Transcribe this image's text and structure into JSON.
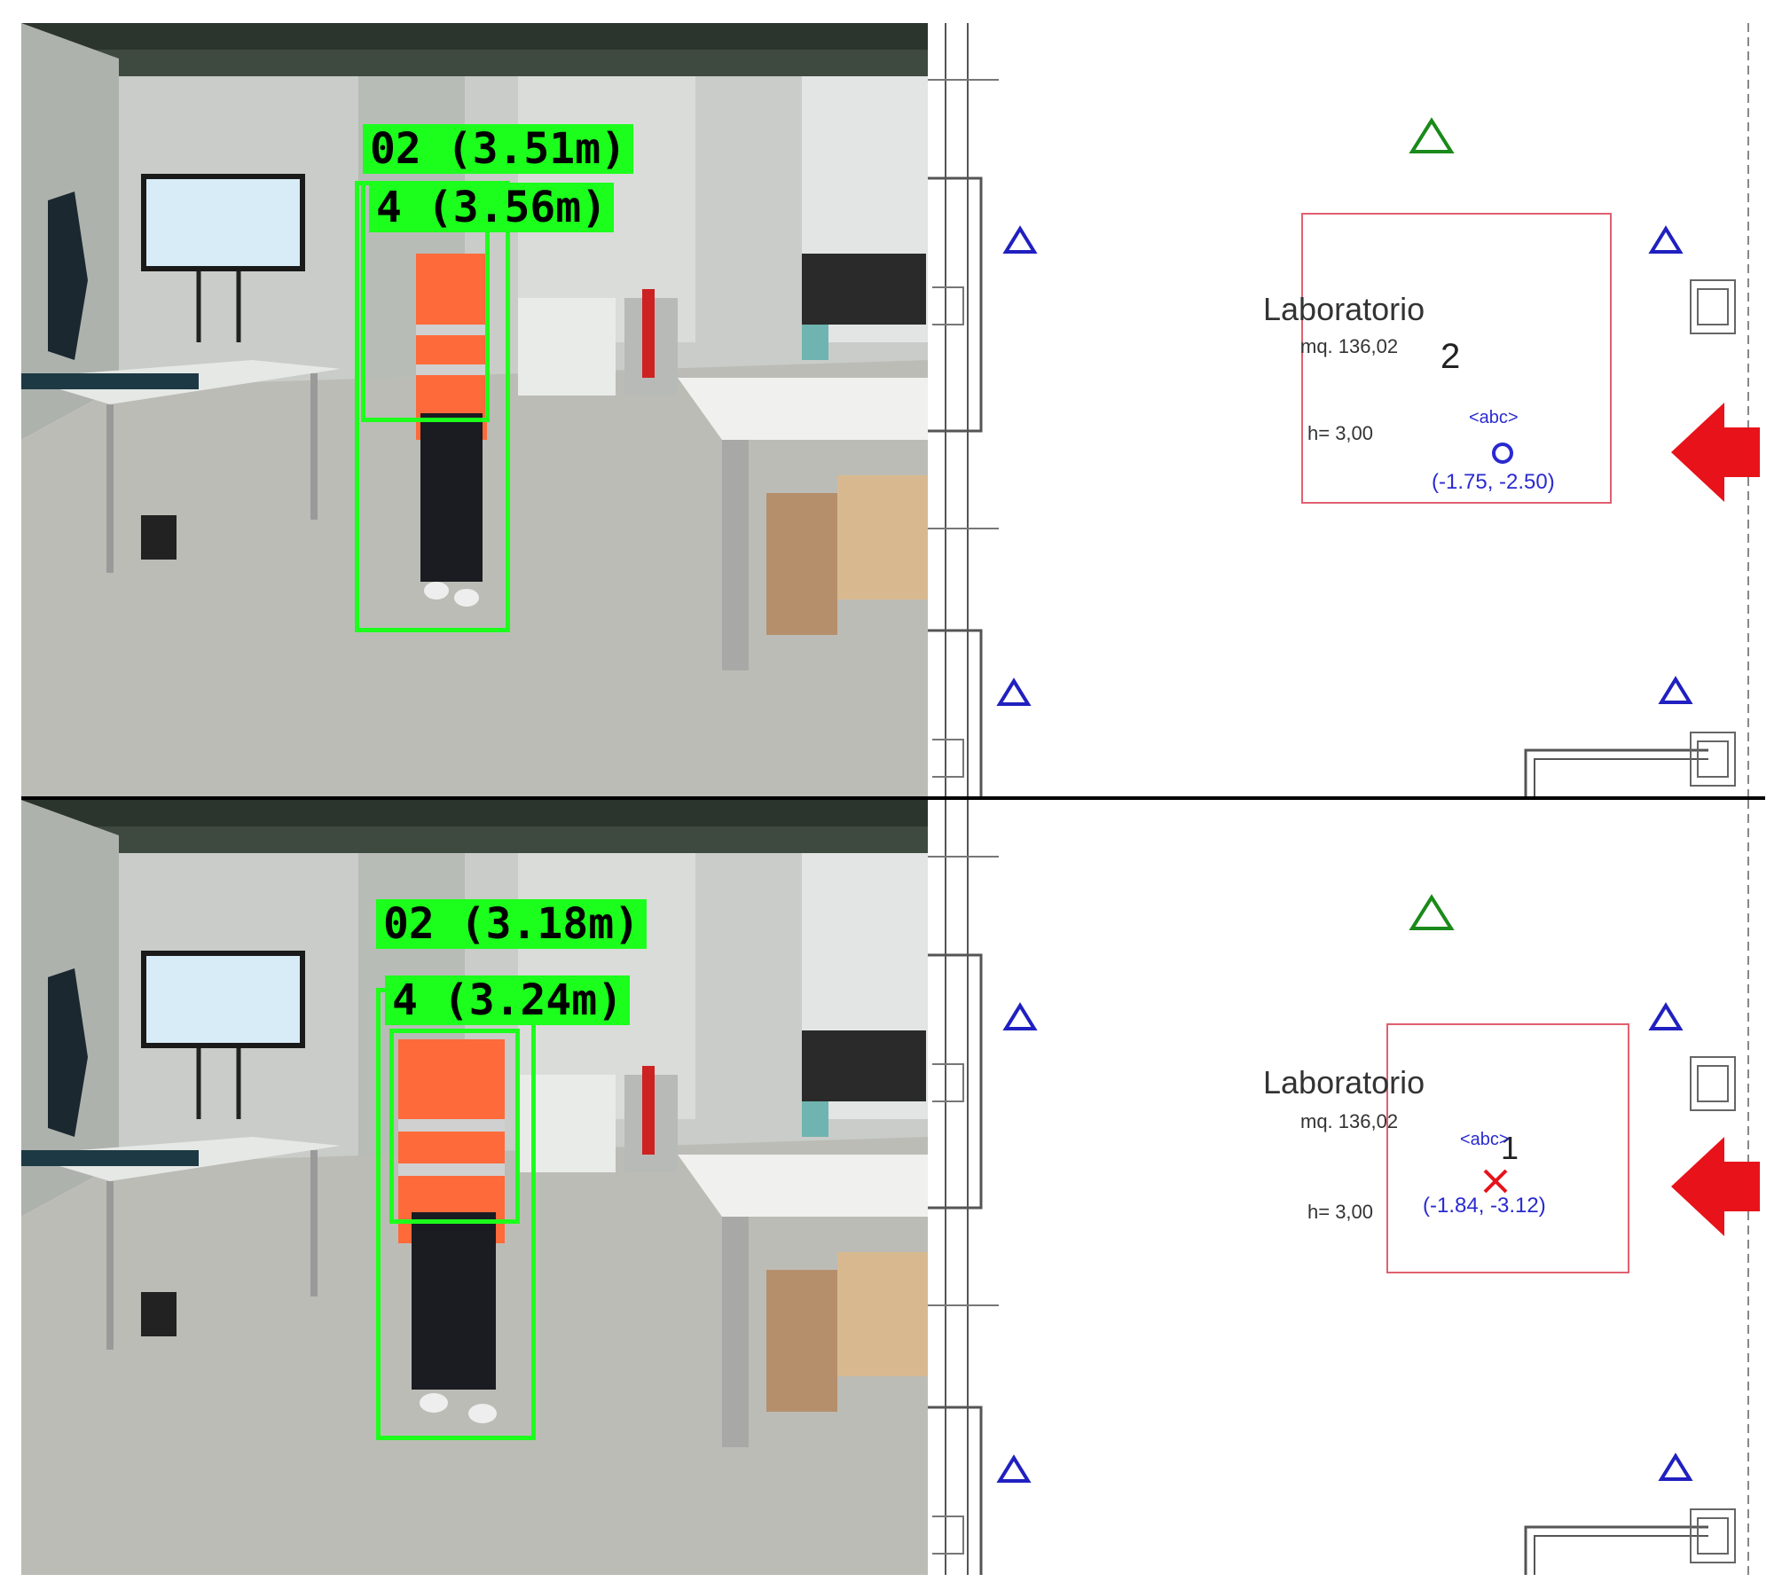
{
  "top": {
    "camera": {
      "labels": [
        "02 (3.51m)",
        "4 (3.56m)"
      ]
    },
    "plan": {
      "room_name": "Laboratorio",
      "room_area": "mq. 136,02",
      "room_height": "h= 3,00",
      "room_number": "2",
      "tag_label": "<abc>",
      "tag_coords": "(-1.75, -2.50)",
      "tag_marker": "circle"
    }
  },
  "bottom": {
    "camera": {
      "labels": [
        "02 (3.18m)",
        "4 (3.24m)"
      ]
    },
    "plan": {
      "room_name": "Laboratorio",
      "room_area": "mq. 136,02",
      "room_height": "h= 3,00",
      "room_number": "1",
      "tag_label": "<abc>",
      "tag_coords": "(-1.84, -3.12)",
      "tag_marker": "cross"
    }
  },
  "colors": {
    "detection": "#1cff1c",
    "arrow": "#e8121a",
    "anchor_blue": "#2020c0",
    "anchor_green": "#1a8a1a",
    "room_outline": "#e06070"
  }
}
